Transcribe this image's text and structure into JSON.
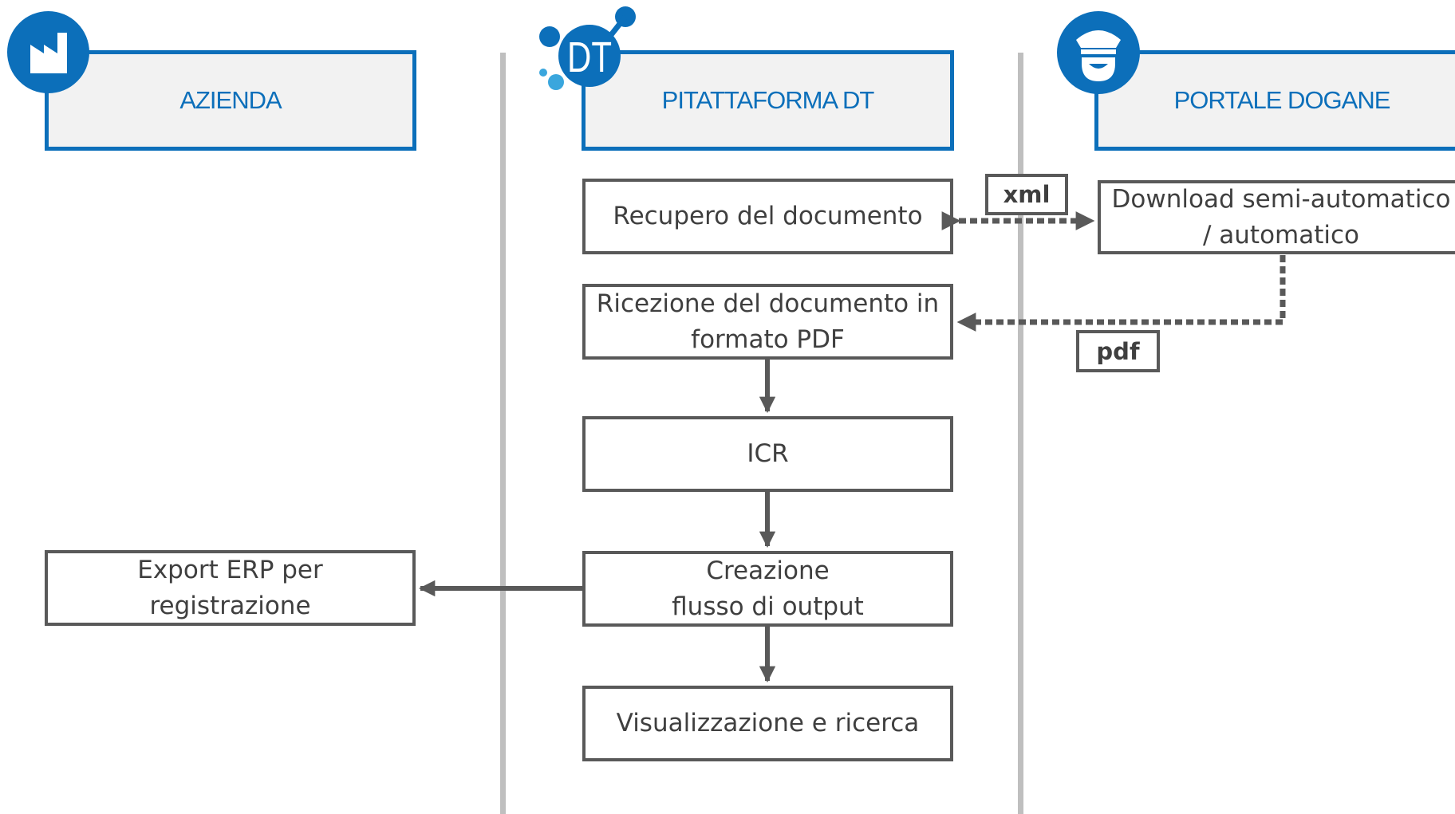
{
  "lanes": {
    "azienda": {
      "title": "AZIENDA",
      "icon": "factory-icon"
    },
    "piattaforma": {
      "title": "PITATTAFORMA DT",
      "icon": "dt-logo",
      "logo_text": "DT"
    },
    "dogane": {
      "title": "PORTALE DOGANE",
      "icon": "officer-icon"
    }
  },
  "steps": {
    "recupero": "Recupero del documento",
    "ricezione": "Ricezione del documento in\nformato PDF",
    "icr": "ICR",
    "creazione": "Creazione\nflusso di output",
    "visualizzazione": "Visualizzazione e ricerca",
    "download": "Download semi-automatico\n/ automatico",
    "export": "Export ERP per\nregistrazione"
  },
  "tags": {
    "xml": "xml",
    "pdf": "pdf"
  },
  "colors": {
    "accent": "#0c6fba",
    "header_fill": "#f2f2f2",
    "box_border": "#595959",
    "text": "#3f3f3f",
    "divider": "#bfbfbf",
    "logo_light": "#3aa6dd"
  }
}
